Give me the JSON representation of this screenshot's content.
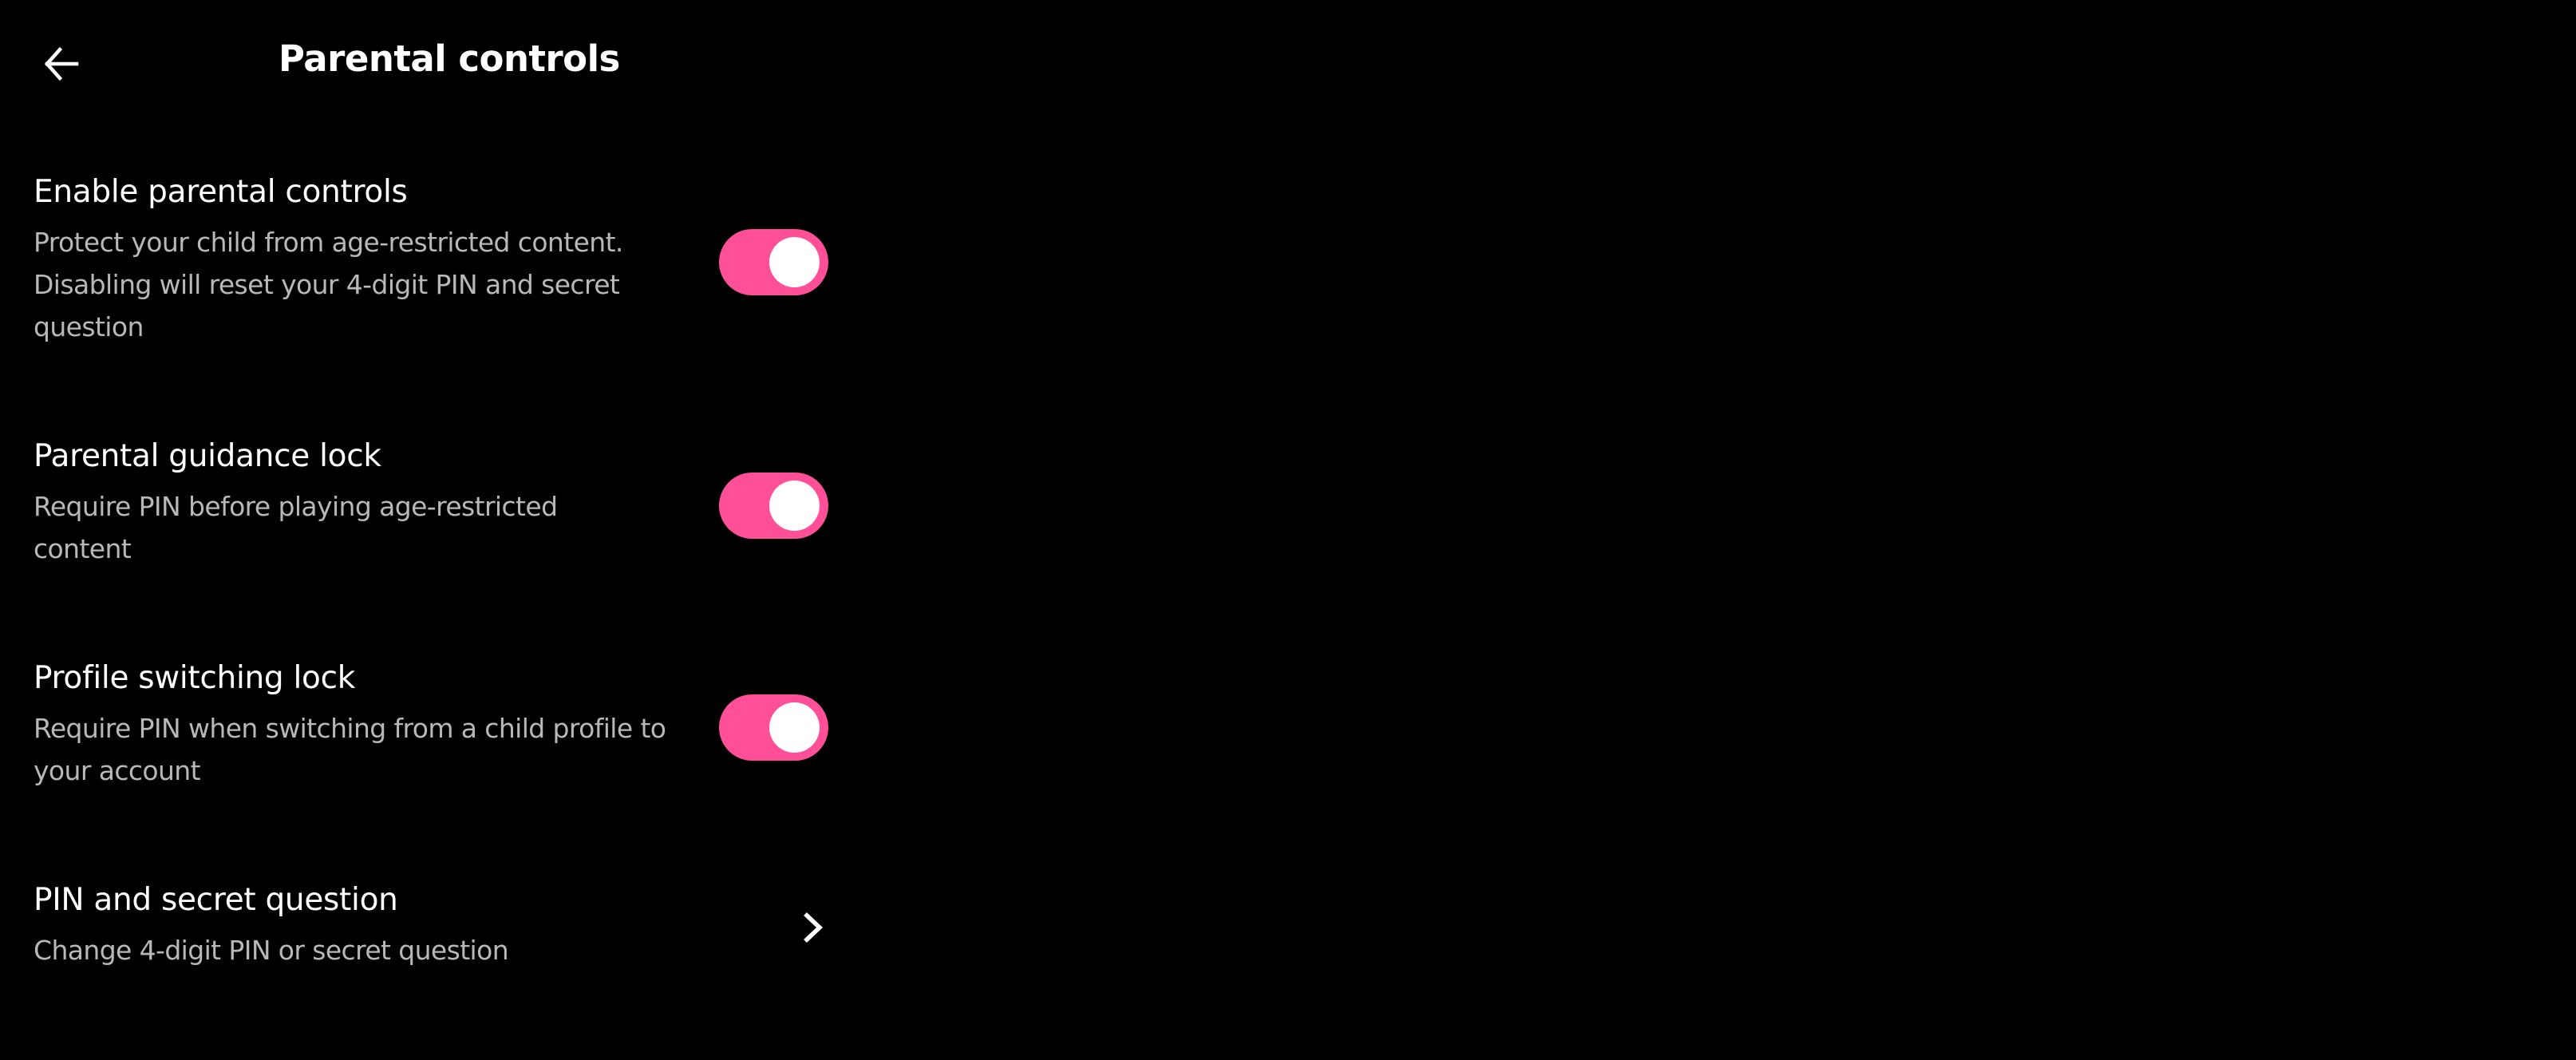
{
  "header": {
    "back_icon": "arrow-left-icon",
    "title": "Parental controls"
  },
  "colors": {
    "background": "#000000",
    "accent": "#ff4f96",
    "title_text": "#ffffff",
    "subtitle_text": "#b8b8b8"
  },
  "settings": [
    {
      "title": "Enable parental controls",
      "subtitle": "Protect your child from age-restricted content. Disabling will reset your 4-digit PIN and secret question",
      "control": "toggle",
      "checked": true
    },
    {
      "title": "Parental guidance lock",
      "subtitle": "Require PIN before playing age-restricted content",
      "control": "toggle",
      "checked": true
    },
    {
      "title": "Profile switching lock",
      "subtitle": "Require PIN when switching from a child profile to your account",
      "control": "toggle",
      "checked": true
    },
    {
      "title": "PIN and secret question",
      "subtitle": "Change 4-digit PIN or secret question",
      "control": "chevron",
      "icon": "chevron-right-icon"
    }
  ]
}
